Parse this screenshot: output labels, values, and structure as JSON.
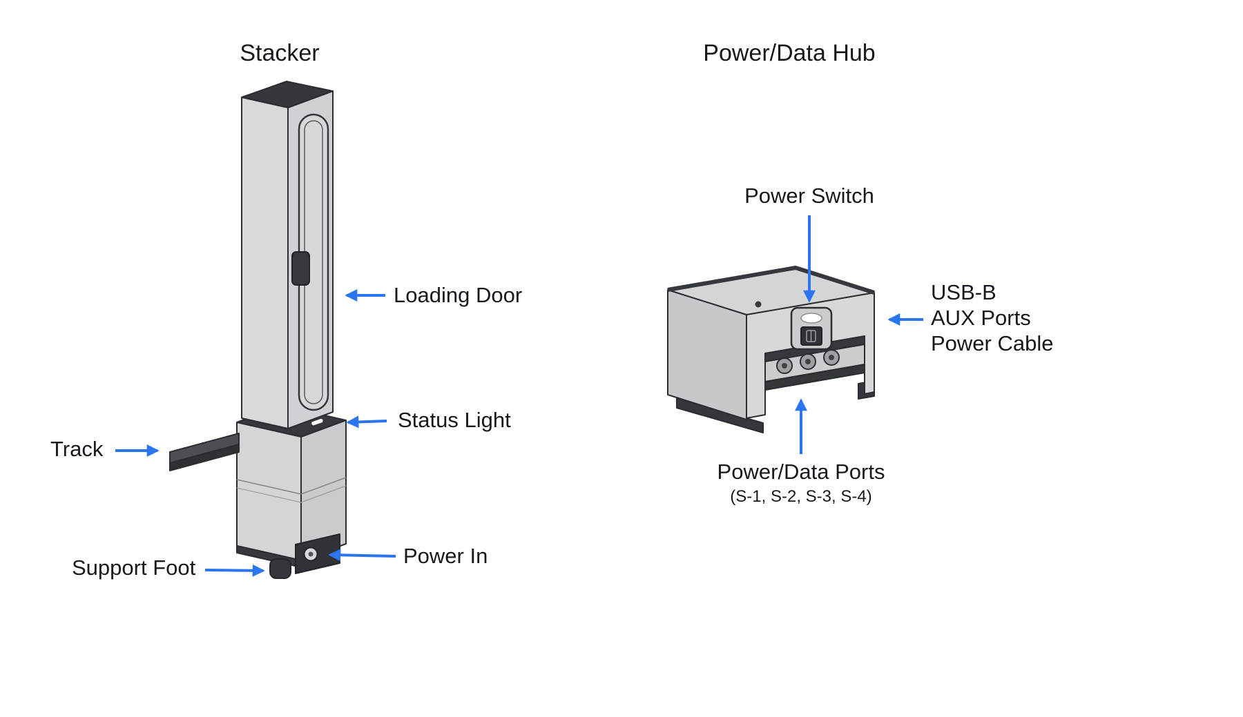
{
  "accent_color": "#2b76f0",
  "ink_color": "#16191d",
  "device_colors": {
    "body_light": "#d8dadc",
    "body_shade": "#c9cccf",
    "dark_face": "#35383c",
    "outline": "#2a2d31"
  },
  "stacker": {
    "title": "Stacker",
    "labels": {
      "loading_door": "Loading Door",
      "status_light": "Status Light",
      "track": "Track",
      "support_foot": "Support Foot",
      "power_in": "Power In"
    }
  },
  "hub": {
    "title": "Power/Data Hub",
    "labels": {
      "power_switch": "Power Switch",
      "side_line1": "USB-B",
      "side_line2": "AUX Ports",
      "side_line3": "Power Cable",
      "ports": "Power/Data Ports",
      "ports_sub": "(S-1, S-2, S-3, S-4)"
    }
  }
}
